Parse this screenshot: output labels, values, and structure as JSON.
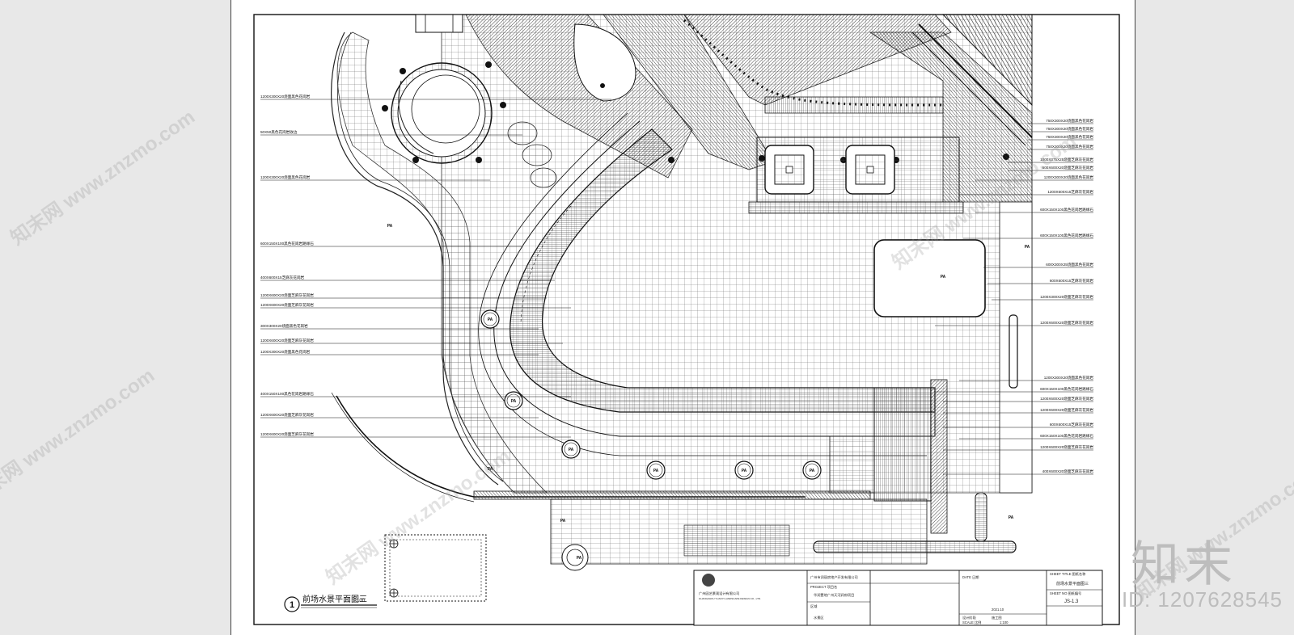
{
  "drawing": {
    "title": "前场水景平面图三",
    "scale": "1:100",
    "number": "1"
  },
  "pa_labels": [
    "PA",
    "PA",
    "PA",
    "PA",
    "PA",
    "PA",
    "PA",
    "PA",
    "PA",
    "PA",
    "PA",
    "PA",
    "PA"
  ],
  "left_callouts": [
    "1200X300X20烧面黑色花岗岩",
    "50X50黑色花岗岩收边",
    "1200X300X20烧面黑色花岗岩",
    "600X150X100黑色花岗岩路缘石",
    "400X600X15芝麻灰花岗岩",
    "1200X600X20烧面芝麻灰花岗岩",
    "1200X600X20烧面芝麻灰花岗岩",
    "300X300X20烧面黑色花岗岩",
    "1200X600X20烧面芝麻灰花岗岩",
    "1200X300X20烧面黑色花岗岩",
    "400X150X100黑色花岗岩路缘石",
    "1200X600X20烧面芝麻灰花岗岩",
    "1200X600X20烧面芝麻灰花岗岩"
  ],
  "right_callouts": [
    "750X300X20烧面黑色花岗岩",
    "750X300X20烧面黑色花岗岩",
    "750X300X20烧面黑色花岗岩",
    "750X300X20烧面黑色花岗岩",
    "1000X375X25烧面芝麻灰花岗岩",
    "600X600X20烧面芝麻灰花岗岩",
    "1200X300X20烧面黑色花岗岩",
    "1200X600X15芝麻灰花岗岩",
    "600X150X100黑色花岗岩路缘石",
    "600X150X100黑色花岗岩路缘石",
    "600X300X25烧面黑色花岗岩",
    "600X600X15芝麻灰花岗岩",
    "1200X300X20烧面芝麻灰花岗岩",
    "1200X600X20烧面芝麻灰花岗岩",
    "1200X300X20烧面黑色花岗岩",
    "600X150X100黑色花岗岩路缘石",
    "1200X600X20烧面芝麻灰花岗岩",
    "1200X600X20烧面芝麻灰花岗岩",
    "600X600X15芝麻灰花岗岩",
    "600X150X100黑色花岗岩路缘石",
    "1200X600X20烧面芝麻灰花岗岩",
    "400X600X20烧面芝麻灰花岗岩"
  ],
  "title_block": {
    "designer_company": "广州园艺景观设计有限公司",
    "designer_company_en": "GUANGZHOU YUANYI LANDSCAPE DESIGN CO., LTD.",
    "client": "广州市润丽房地产开发有限公司",
    "project_label": "PROJECT 项目名",
    "project": "华润置地广州天河润府项目",
    "area_label": "区域",
    "area": "水景区",
    "sheet_title_label": "SHEET TITLE 图纸名称",
    "sheet_title": "前场水景平面图三",
    "sheet_no_label": "SHEET NO 图纸编号",
    "sheet_no": "JS-1.3",
    "date_label": "DATE 日期",
    "date": "2021.10",
    "stage_label": "设计阶段",
    "stage": "施工图",
    "scale_label": "SCALE 比例",
    "scale": "1:100"
  },
  "brand": "知末",
  "image_id": "ID: 1207628545",
  "watermark": "知末网 www.znzmo.com"
}
